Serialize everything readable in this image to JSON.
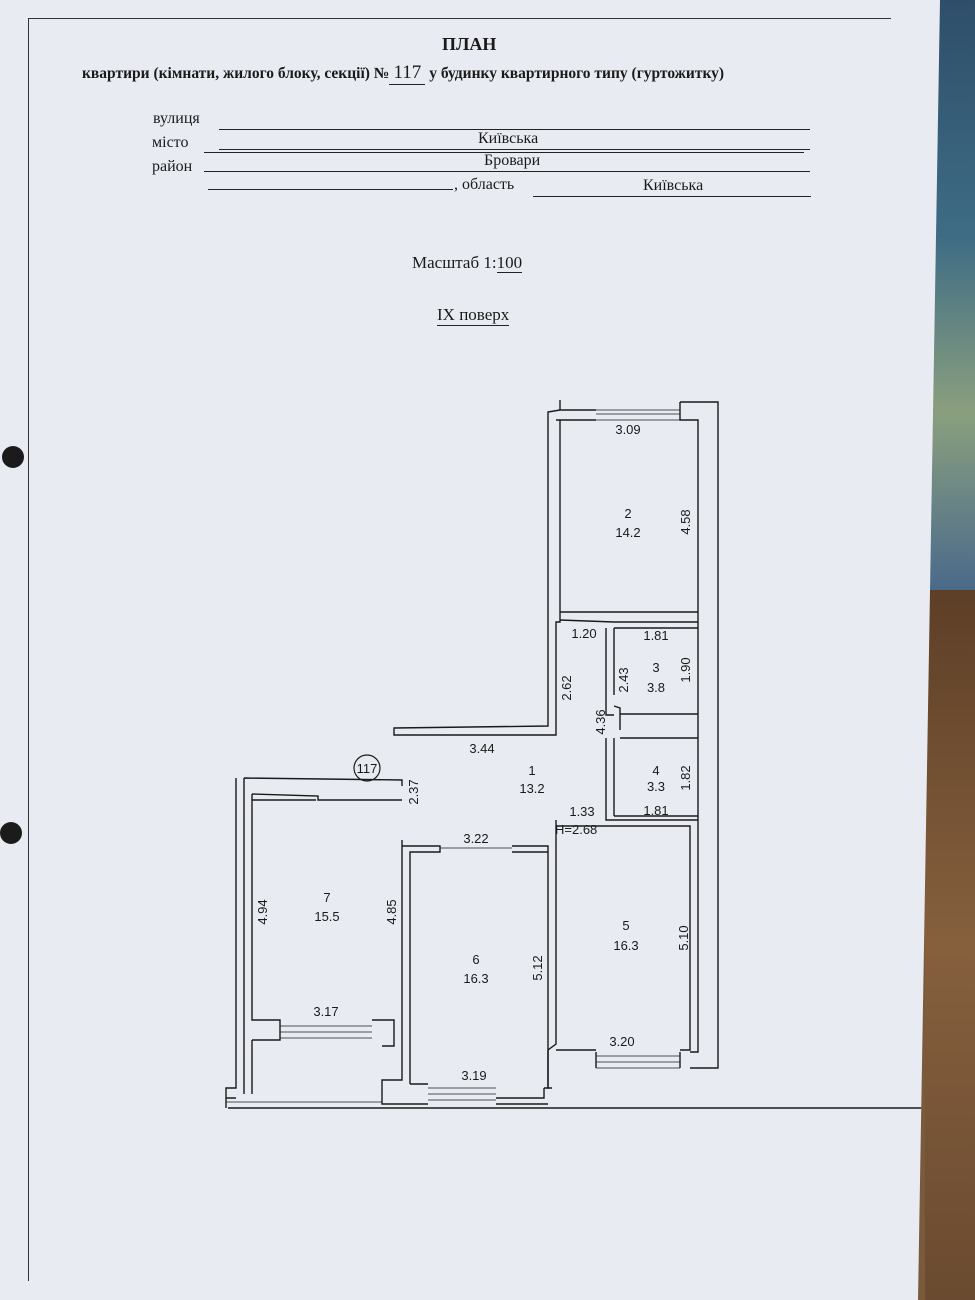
{
  "header": {
    "title": "ПЛАН",
    "subtitle_before": "квартири (кімнати, жилого блоку, секції) №",
    "apartment_no": "117",
    "subtitle_after": "у будинку квартирного типу (гуртожитку)"
  },
  "address": {
    "street_label": "вулиця",
    "street_value": "Київська",
    "city_label": "місто",
    "city_value": "Бровари",
    "district_label": "район",
    "district_value": "",
    "region_label": ", область",
    "region_value": "Київська"
  },
  "scale": {
    "prefix": "Масштаб 1:",
    "value": "100"
  },
  "floor": "IX поверх",
  "plan": {
    "marker": "117",
    "height_note": "Н=2.68",
    "rooms": [
      {
        "no": "1",
        "area": "13.2"
      },
      {
        "no": "2",
        "area": "14.2"
      },
      {
        "no": "3",
        "area": "3.8"
      },
      {
        "no": "4",
        "area": "3.3"
      },
      {
        "no": "5",
        "area": "16.3"
      },
      {
        "no": "6",
        "area": "16.3"
      },
      {
        "no": "7",
        "area": "15.5"
      }
    ],
    "dims": {
      "r2_top": "3.09",
      "r2_right": "4.58",
      "r3_top": "1.81",
      "r3_right": "1.90",
      "r3_left": "2.43",
      "r4_right": "1.82",
      "r4_bottom": "1.81",
      "corr_w": "1.20",
      "corr_h": "2.62",
      "corr_v": "4.36",
      "hall_top": "3.44",
      "hall_left": "2.37",
      "hall_bottom": "1.33",
      "r5_right": "5.10",
      "r5_bottom": "3.20",
      "r6_top": "3.22",
      "r6_right": "5.12",
      "r6_bottom": "3.19",
      "r7_left": "4.94",
      "r7_right": "4.85",
      "r7_bottom": "3.17"
    }
  }
}
